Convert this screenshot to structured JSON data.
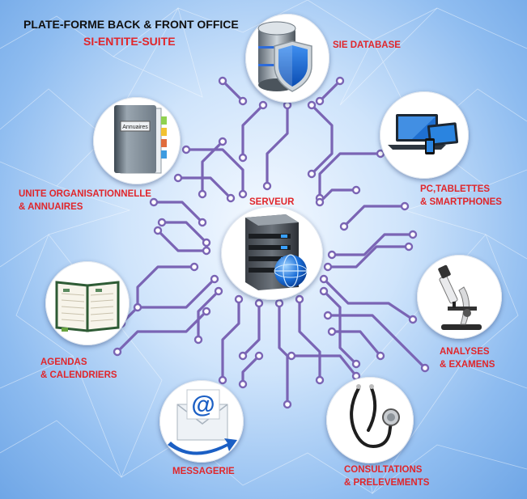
{
  "header": {
    "title": "PLATE-FORME BACK & FRONT OFFICE",
    "subtitle": "SI-ENTITE-SUITE"
  },
  "center": {
    "label": "SERVEUR",
    "icon": "server-globe-icon"
  },
  "nodes": {
    "database": {
      "label_lines": [
        "SIE DATABASE"
      ],
      "icon": "database-shield-icon"
    },
    "devices": {
      "label_lines": [
        "PC,TABLETTES",
        "& SMARTPHONES"
      ],
      "icon": "laptop-tablet-phone-icon"
    },
    "directory": {
      "label_lines": [
        "UNITE ORGANISATIONNELLE",
        "& ANNUAIRES"
      ],
      "icon": "directory-binder-icon",
      "binder_text": "Annuaires"
    },
    "agendas": {
      "label_lines": [
        "AGENDAS",
        "& CALENDRIERS"
      ],
      "icon": "agenda-book-icon"
    },
    "analyses": {
      "label_lines": [
        "ANALYSES",
        "& EXAMENS"
      ],
      "icon": "microscope-icon"
    },
    "messaging": {
      "label_lines": [
        "MESSAGERIE"
      ],
      "icon": "email-envelope-icon"
    },
    "consultations": {
      "label_lines": [
        "CONSULTATIONS",
        "& PRELEVEMENTS"
      ],
      "icon": "stethoscope-icon"
    }
  },
  "colors": {
    "label_red": "#e0262b",
    "title_dark": "#111111",
    "circuit_purple": "#7a64b4",
    "background_blue": "#8ebcf0"
  }
}
